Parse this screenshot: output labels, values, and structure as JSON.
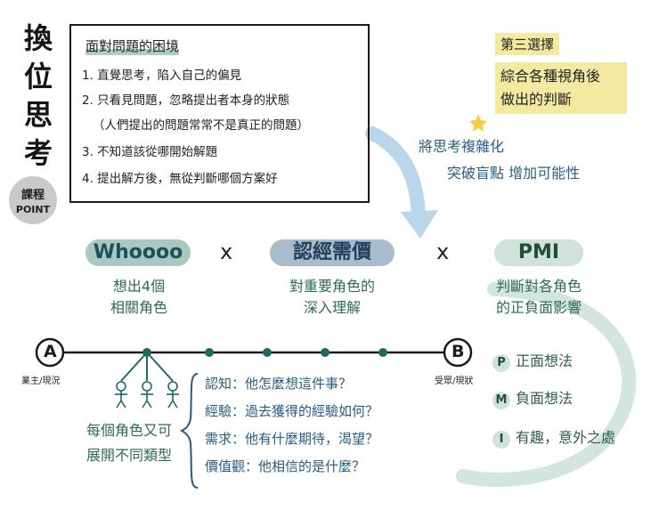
{
  "side_title": [
    "換",
    "位",
    "思",
    "考"
  ],
  "badge": {
    "line1": "課程",
    "line2": "POINT"
  },
  "problem_box": {
    "title": "面對問題的困境",
    "items": [
      "1. 直覺思考，陷入自己的偏見",
      "2. 只看見問題，忽略提出者本身的狀態",
      "（人們提出的問題常常不是真正的問題）",
      "3. 不知道該從哪開始解題",
      "4. 提出解方後，無從判斷哪個方案好"
    ]
  },
  "third_choice": {
    "label": "第三選擇",
    "lines": [
      "綜合各種視角後",
      "做出的判斷"
    ]
  },
  "complexify": {
    "line1": "將思考複雜化",
    "line2": "突破盲點 增加可能性"
  },
  "methods": [
    {
      "name": "Whoooo",
      "desc": [
        "想出4個",
        "相關角色"
      ]
    },
    {
      "name": "認經需價",
      "desc": [
        "對重要角色的",
        "深入理解"
      ]
    },
    {
      "name": "PMI",
      "desc": [
        "判斷對各角色",
        "的正負面影響"
      ]
    }
  ],
  "cross_symbol": "x",
  "timeline": {
    "start_node": "A",
    "start_label": "業主/現況",
    "end_node": "B",
    "end_label": "受眾/現狀"
  },
  "roles_note": [
    "每個角色又可",
    "展開不同類型"
  ],
  "understanding": [
    "認知：他怎麼想這件事？",
    "經驗：過去獲得的經驗如何？",
    "需求：他有什麼期待，渴望？",
    "價值觀：他相信的是什麼？"
  ],
  "pmi_items": [
    {
      "letter": "P",
      "text": "正面想法"
    },
    {
      "letter": "M",
      "text": "負面想法"
    },
    {
      "letter": "I",
      "text": "有趣，意外之處"
    }
  ],
  "colors": {
    "teal_pill": "#a7c9c1",
    "slate_pill": "#a9bccb",
    "green_pill": "#cfe3da",
    "highlight": "#f4e9a1",
    "blue_text": "#285b82",
    "node": "#1e6a62"
  }
}
